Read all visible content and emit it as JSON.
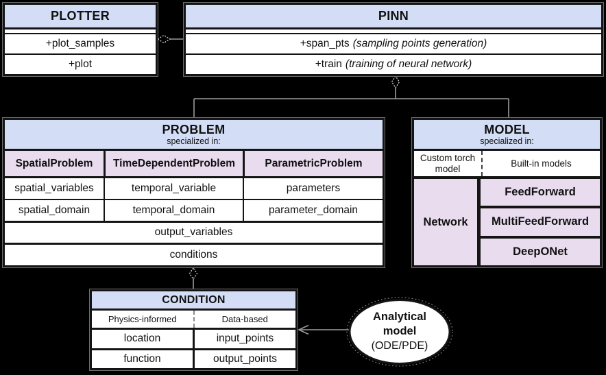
{
  "colors": {
    "background": "#000000",
    "box_fill": "#ffffff",
    "border": "#141414",
    "header_blue": "#d3def6",
    "header_purple": "#e9dcef",
    "connector": "#9c9c9c"
  },
  "plotter": {
    "title": "PLOTTER",
    "methods": [
      {
        "name": "+plot_samples"
      },
      {
        "name": "+plot"
      }
    ]
  },
  "pinn": {
    "title": "PINN",
    "methods": [
      {
        "name": "+span_pts",
        "note": "(sampling points generation)"
      },
      {
        "name": "+train",
        "note": "(training of neural network)"
      }
    ]
  },
  "problem": {
    "title": "PROBLEM",
    "subtitle": "specialized in:",
    "columns": [
      {
        "header": "SpatialProblem",
        "rows": [
          "spatial_variables",
          "spatial_domain"
        ]
      },
      {
        "header": "TimeDependentProblem",
        "rows": [
          "temporal_variable",
          "temporal_domain"
        ]
      },
      {
        "header": "ParametricProblem",
        "rows": [
          "parameters",
          "parameter_domain"
        ]
      }
    ],
    "shared_rows": [
      "output_variables",
      "conditions"
    ]
  },
  "model": {
    "title": "MODEL",
    "subtitle": "specialized in:",
    "categories": [
      "Custom torch model",
      "Built-in models"
    ],
    "custom_model": "Network",
    "builtin_models": [
      "FeedForward",
      "MultiFeedForward",
      "DeepONet"
    ]
  },
  "condition": {
    "title": "CONDITION",
    "categories": [
      "Physics-informed",
      "Data-based"
    ],
    "physics_rows": [
      "location",
      "function"
    ],
    "data_rows": [
      "input_points",
      "output_points"
    ]
  },
  "analytical_model": {
    "line1": "Analytical",
    "line2": "model",
    "line3": "(ODE/PDE)"
  }
}
